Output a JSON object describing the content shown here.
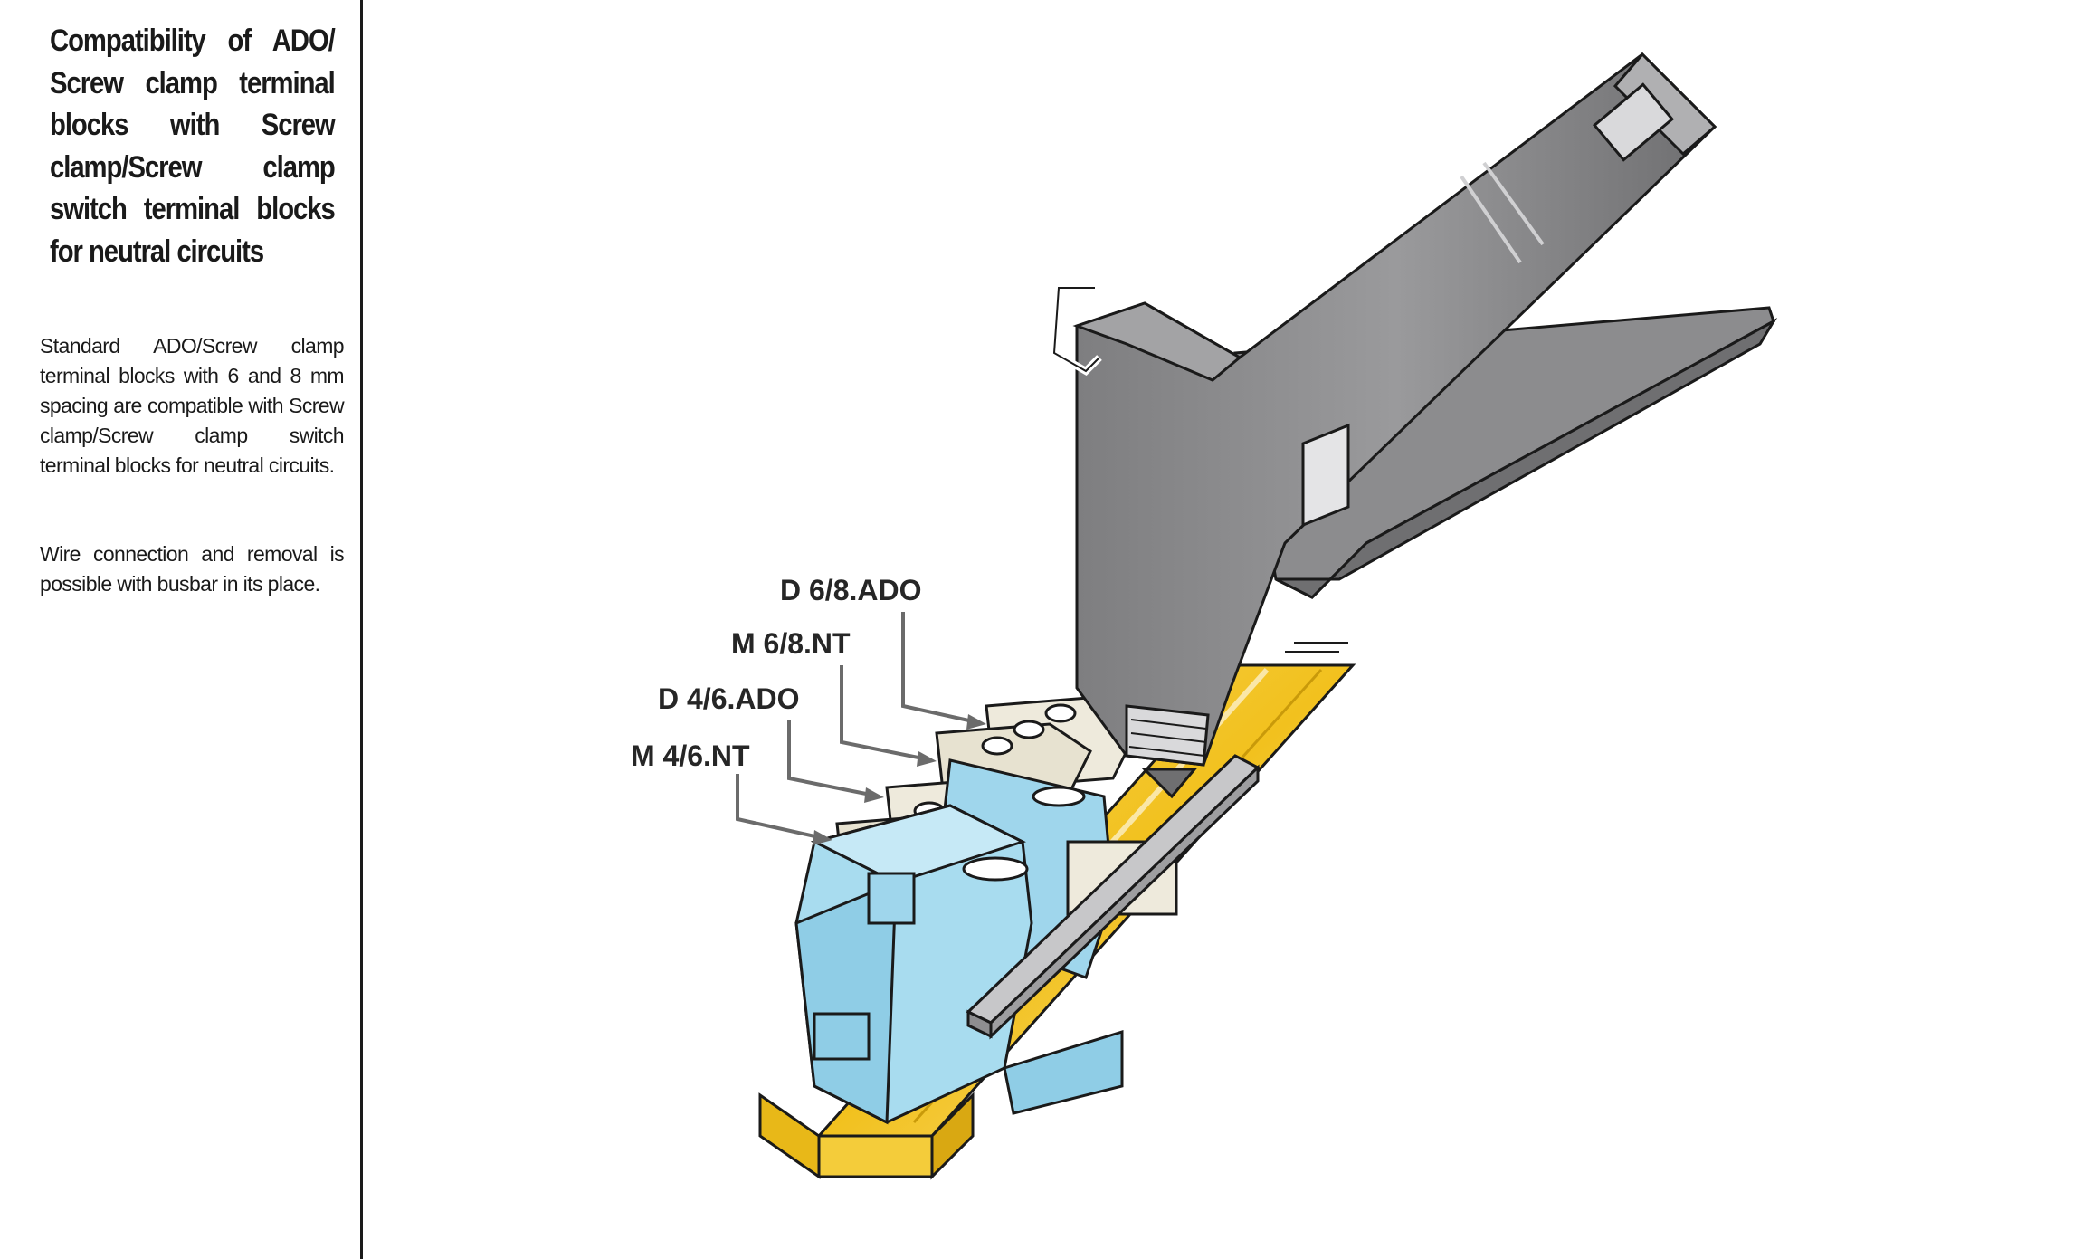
{
  "sidebar": {
    "title": "Compatibility of ADO/ Screw clamp terminal blocks with Screw clamp/Screw clamp switch terminal blocks for neutral circuits",
    "paragraphs": [
      "Standard ADO/Screw clamp terminal blocks with 6 and 8 mm spacing are compatible with Screw clamp/Screw clamp switch terminal blocks for neutral circuits.",
      "Wire connection and removal is possible with busbar in its place."
    ]
  },
  "illustration": {
    "labels": [
      "D 6/8.ADO",
      "M 6/8.NT",
      "D 4/6.ADO",
      "M 4/6.NT"
    ]
  },
  "colors": {
    "rail": "#f2c11e",
    "terminal_block": "#a8dcef",
    "ado_block": "#eeeadc",
    "tool": "#8a8a8c",
    "busbar": "#b5b5b7"
  }
}
